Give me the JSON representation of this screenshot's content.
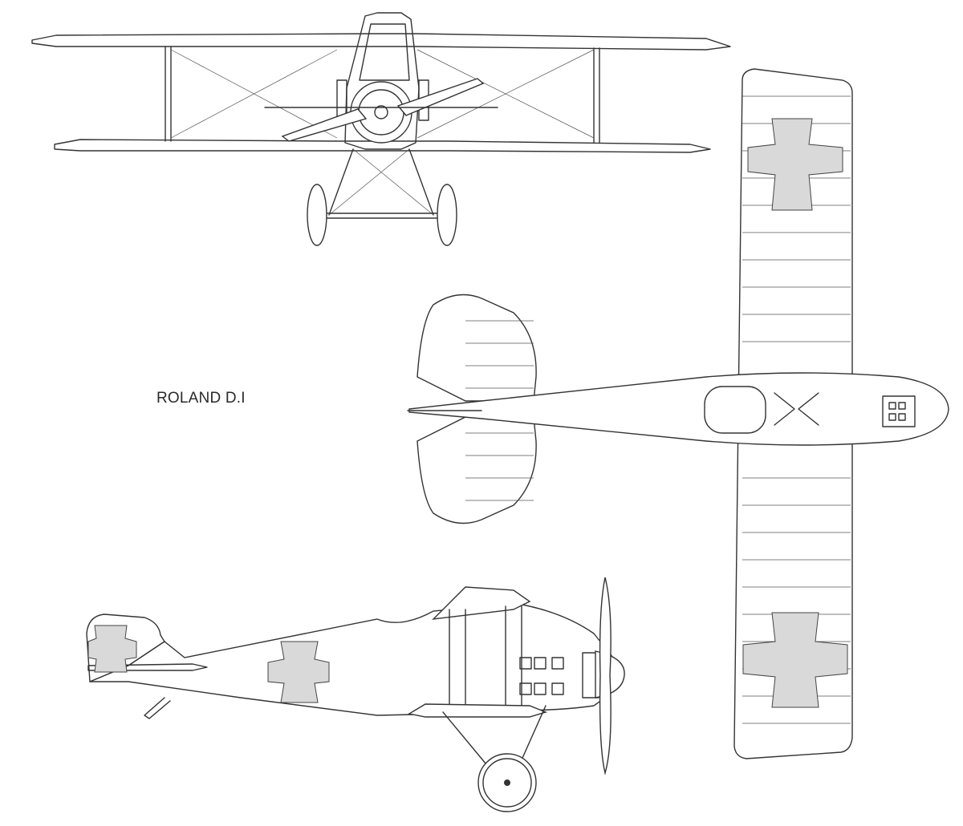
{
  "title": "ROLAND D.I",
  "views": {
    "front": "front-view",
    "top": "top-view",
    "side": "side-view"
  }
}
